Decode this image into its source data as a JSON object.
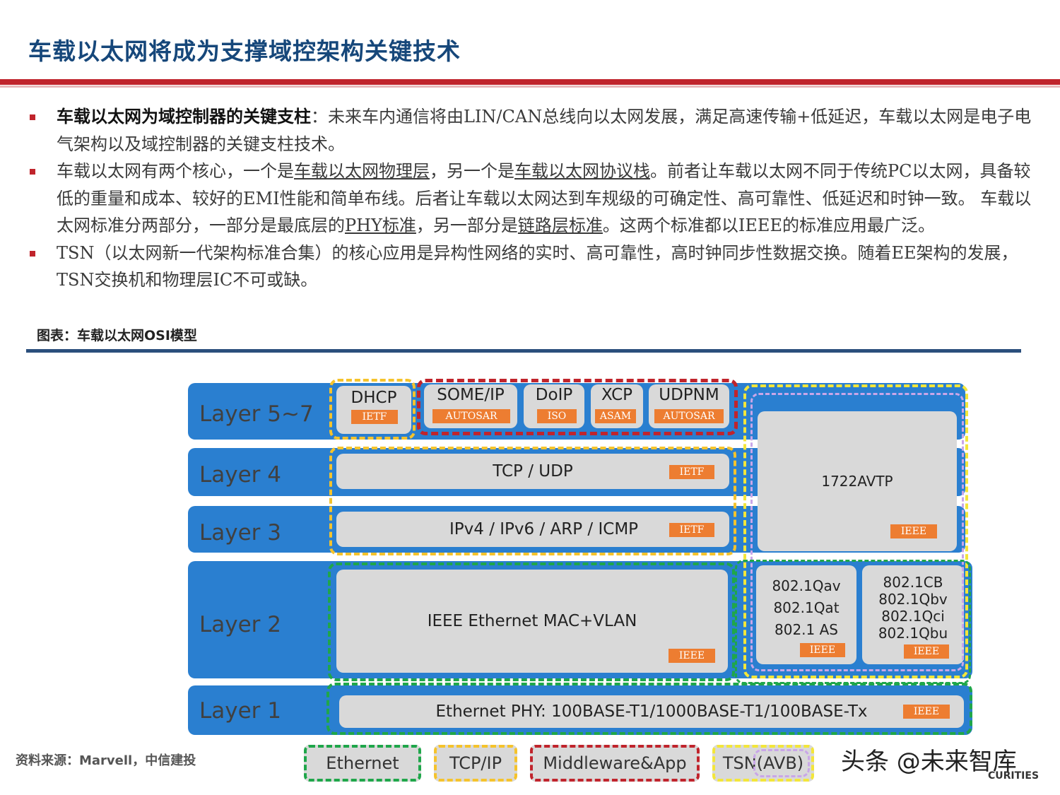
{
  "title": "车载以太网将成为支撑域控架构关键技术",
  "bullets": {
    "b1": {
      "bold": "车载以太网为域控制器的关键支柱",
      "text": "：未来车内通信将由LIN/CAN总线向以太网发展，满足高速传输+低延迟，车载以太网是电子电气架构以及域控制器的关键支柱技术。"
    },
    "b2": {
      "t1": "车载以太网有两个核心，一个是",
      "u1": "车载以太网物理层",
      "t2": "，另一个是",
      "u2": "车载以太网协议栈",
      "t3": "。前者让车载以太网不同于传统PC以太网，具备较低的重量和成本、较好的EMI性能和简单布线。后者让车载以太网达到车规级的可确定性、高可靠性、低延迟和时钟一致。 车载以太网标准分两部分，一部分是最底层的",
      "u3": "PHY标准",
      "t4": "，另一部分是",
      "u4": "链路层标准",
      "t5": "。这两个标准都以IEEE的标准应用最广泛。"
    },
    "b3": {
      "text": "TSN（以太网新一代架构标准合集）的核心应用是异构性网络的实时、高可靠性，高时钟同步性数据交换。随着EE架构的发展，TSN交换机和物理层IC不可或缺。"
    }
  },
  "figure_caption": "图表：车载以太网OSI模型",
  "source": "资料来源：Marvell，中信建投",
  "watermark": "头条 @未来智库",
  "watermark_sub": "CURITIES",
  "diagram": {
    "layers": [
      "Layer 5~7",
      "Layer 4",
      "Layer 3",
      "Layer 2",
      "Layer 1"
    ],
    "dhcp": {
      "name": "DHCP",
      "tag": "IETF"
    },
    "someip": {
      "name": "SOME/IP",
      "tag": "AUTOSAR"
    },
    "doip": {
      "name": "DoIP",
      "tag": "ISO"
    },
    "xcp": {
      "name": "XCP",
      "tag": "ASAM"
    },
    "udpnm": {
      "name": "UDPNM",
      "tag": "AUTOSAR"
    },
    "tcpudp": {
      "name": "TCP / UDP",
      "tag": "IETF"
    },
    "ip": {
      "name": "IPv4 / IPv6 / ARP / ICMP",
      "tag": "IETF"
    },
    "mac": {
      "name": "IEEE Ethernet MAC+VLAN",
      "tag": "IEEE"
    },
    "phy": {
      "name": "Ethernet PHY: 100BASE-T1/1000BASE-T1/100BASE-Tx",
      "tag": "IEEE"
    },
    "avtp": {
      "name": "1722AVTP",
      "tag": "IEEE"
    },
    "tsn1": {
      "lines": [
        "802.1Qav",
        "802.1Qat",
        "802.1 AS"
      ],
      "tag": "IEEE"
    },
    "tsn2": {
      "lines": [
        "802.1CB",
        "802.1Qbv",
        "802.1Qci",
        "802.1Qbu"
      ],
      "tag": "IEEE"
    },
    "legend": [
      "Ethernet",
      "TCP/IP",
      "Middleware&App",
      "TSN(AVB)"
    ],
    "colors": {
      "layer_bar": "#2a7fd0",
      "ethernet": "#1fa64a",
      "tcpip": "#f5c32c",
      "middleware": "#c0242c",
      "tsn": "#f3e63a",
      "avb": "#c9a6e8",
      "tag": "#ed7d31",
      "box": "#d9d9d9"
    }
  }
}
